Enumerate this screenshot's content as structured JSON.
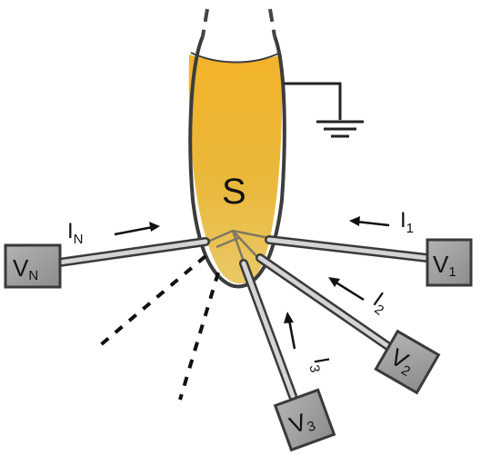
{
  "sample_label": "S",
  "terminals": [
    {
      "id": "vn",
      "main": "V",
      "sub": "N"
    },
    {
      "id": "v1",
      "main": "V",
      "sub": "1"
    },
    {
      "id": "v2",
      "main": "V",
      "sub": "2"
    },
    {
      "id": "v3",
      "main": "V",
      "sub": "3"
    }
  ],
  "currents": [
    {
      "id": "in",
      "main": "I",
      "sub": "N"
    },
    {
      "id": "i1",
      "main": "I",
      "sub": "1"
    },
    {
      "id": "i2",
      "main": "I",
      "sub": "2"
    },
    {
      "id": "i3",
      "main": "I",
      "sub": "3"
    }
  ],
  "colors": {
    "sample_fill_top": "#f2b42a",
    "sample_fill_bottom": "#e8c562",
    "outline": "#3a3a3a",
    "terminal_box": "#9a9a9a",
    "lead": "#c8c8c8"
  }
}
